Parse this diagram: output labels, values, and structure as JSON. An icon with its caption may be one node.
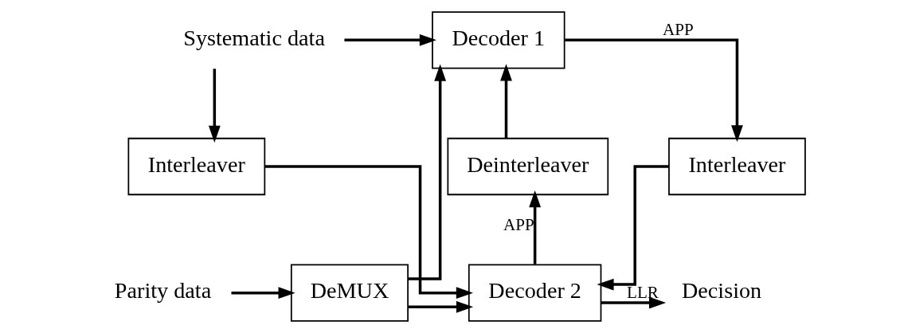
{
  "diagram": {
    "nodes": [
      {
        "text": [
          "Systematic data"
        ]
      },
      {
        "text": [
          "Decoder 1"
        ]
      },
      {
        "text": [
          "Interleaver"
        ]
      },
      {
        "text": [
          "Interleaver"
        ]
      },
      {
        "text": [
          "Deinterleaver"
        ]
      },
      {
        "text": [
          "Parity data"
        ]
      },
      {
        "text": [
          "DeMUX"
        ]
      },
      {
        "text": [
          "Decoder 2"
        ]
      },
      {
        "text": [
          "Decision"
        ]
      }
    ],
    "edges": [
      {
        "from": 0,
        "to": 1,
        "arrow": "to"
      },
      {
        "from": 0,
        "to": 2,
        "arrow": "to"
      },
      {
        "from": 6,
        "to": 1,
        "arrow": "to"
      },
      {
        "from": 1,
        "to": 3,
        "arrow": "to",
        "label": "APP"
      },
      {
        "from": 2,
        "to": 7,
        "arrow": "to"
      },
      {
        "from": 3,
        "to": 7,
        "arrow": "to"
      },
      {
        "from": 7,
        "to": 4,
        "arrow": "to",
        "label": "APP"
      },
      {
        "from": 4,
        "to": 1,
        "arrow": "to"
      },
      {
        "from": 5,
        "to": 6,
        "arrow": "to"
      },
      {
        "from": 6,
        "to": 7,
        "arrow": "to"
      },
      {
        "from": 7,
        "to": 8,
        "arrow": "to",
        "label": "LLR"
      }
    ]
  }
}
